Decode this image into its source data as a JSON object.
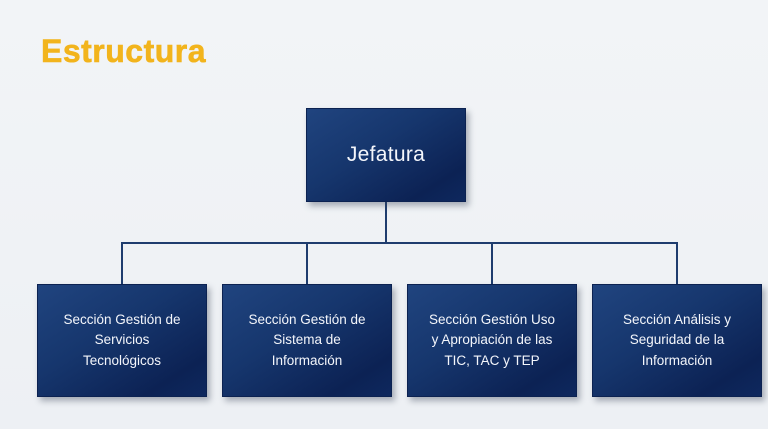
{
  "slide": {
    "title": "Estructura",
    "title_color": "#F2B41C",
    "background_color": "#F1F3F6"
  },
  "org_chart": {
    "root": {
      "label": "Jefatura"
    },
    "children": [
      {
        "label": "Sección Gestión de\nServicios\nTecnológicos"
      },
      {
        "label": "Sección Gestión de\nSistema de\nInformación"
      },
      {
        "label": "Sección Gestión Uso\ny Apropiación de las\nTIC, TAC y TEP"
      },
      {
        "label": "Sección Análisis y\nSeguridad de la\nInformación"
      }
    ],
    "colors": {
      "box_gradient_top": "#20447F",
      "box_gradient_bottom": "#0C2254",
      "connector": "#1F3D6E",
      "node_text": "#F4F6FB"
    }
  }
}
